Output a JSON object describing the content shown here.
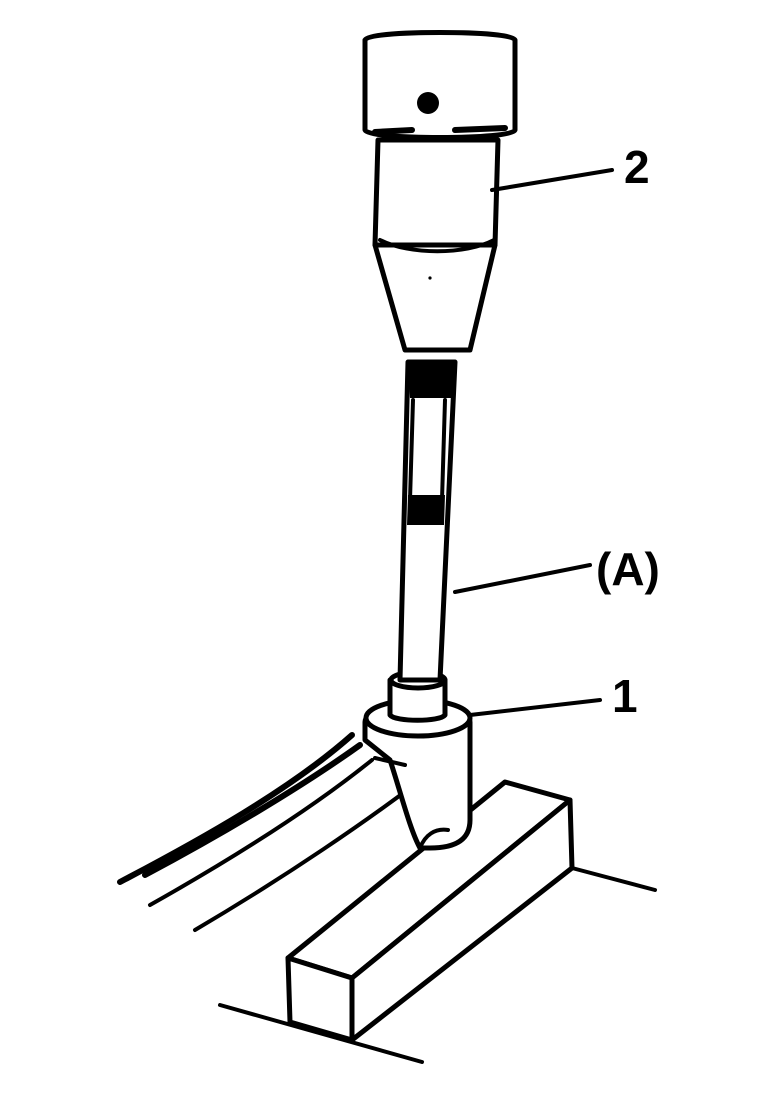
{
  "diagram": {
    "callouts": [
      {
        "id": "callout-2",
        "label": "2"
      },
      {
        "id": "callout-a",
        "label": "(A)"
      },
      {
        "id": "callout-1",
        "label": "1"
      }
    ],
    "colors": {
      "ink": "#000000",
      "paper": "#ffffff"
    }
  }
}
